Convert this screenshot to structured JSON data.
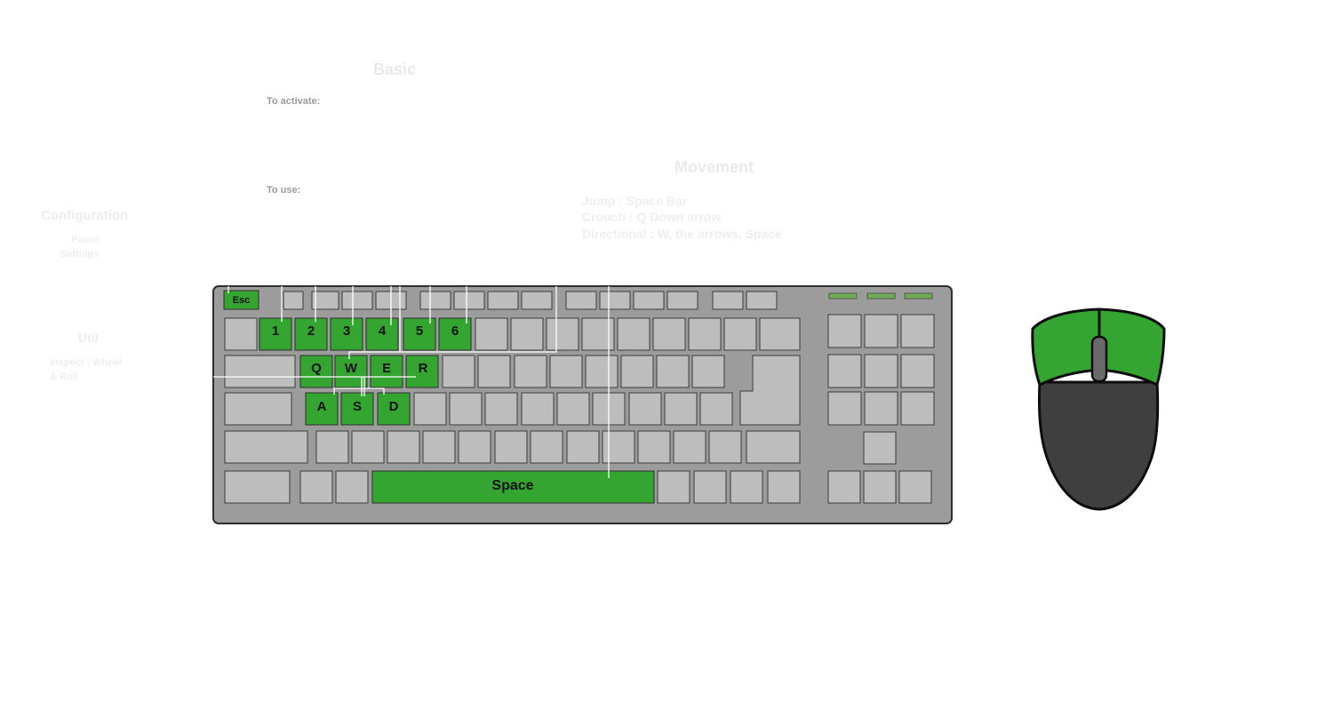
{
  "colors": {
    "board": "#9c9c9c",
    "board_border": "#333333",
    "key": "#bdbdbd",
    "key_border": "#3c3c3c",
    "active": "#35a532",
    "leader": "#ffffff",
    "mouse_body": "#3f3f3f",
    "faint_text": "#e8e8e8"
  },
  "callouts": {
    "basic": {
      "title": "Basic",
      "activate_heading": "To activate:",
      "activate_lines": [
        "",
        "",
        "",
        "",
        "",
        ""
      ],
      "use_heading": "To use:",
      "use_lines": [
        "",
        "",
        ""
      ]
    },
    "movement": {
      "title": "Movement",
      "lines": [
        "Jump : Space Bar",
        "Crouch : Q Down arrow",
        "Directional : W, the arrows, Space"
      ]
    },
    "configuration": {
      "title": "Configuration",
      "lines": [
        "Pause",
        "Settings"
      ]
    },
    "utility": {
      "title": "Util",
      "lines": [
        "Inspect : Wheel",
        "& Roll"
      ]
    }
  },
  "keyboard": {
    "esc": "Esc",
    "number_row": [
      "1",
      "2",
      "3",
      "4",
      "5",
      "6"
    ],
    "qwer_row": [
      "Q",
      "W",
      "E",
      "R"
    ],
    "asd_row": [
      "A",
      "S",
      "D"
    ],
    "space": "Space"
  },
  "mouse": {
    "buttons_active": true,
    "wheel": "scroll-wheel"
  }
}
